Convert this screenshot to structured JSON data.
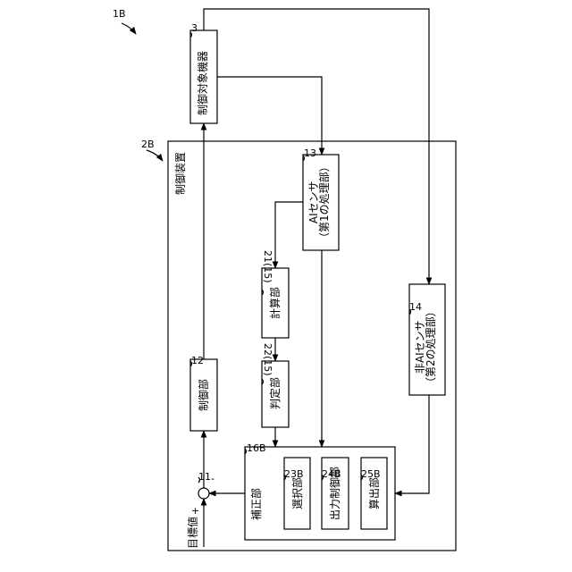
{
  "figure_ref": "1B",
  "controlled_device": {
    "ref": "3",
    "label": "制御対象機器"
  },
  "control_apparatus": {
    "ref": "2B",
    "label": "制御装置"
  },
  "ai_sensor": {
    "ref": "13",
    "line1": "AIセンサ",
    "line2": "（第1の処理部）"
  },
  "non_ai_sensor": {
    "ref": "14",
    "line1": "非AIセンサ",
    "line2": "（第2の処理部）"
  },
  "calculation": {
    "ref": "21(15)",
    "label": "計算部"
  },
  "determination": {
    "ref": "22(15)",
    "label": "判定部"
  },
  "control_unit": {
    "ref": "12",
    "label": "制御部"
  },
  "correction": {
    "ref": "16B",
    "label": "補正部"
  },
  "selection": {
    "ref": "23B",
    "label": "選択部"
  },
  "output_control": {
    "ref": "24B",
    "label": "出力制御部"
  },
  "computing": {
    "ref": "25B",
    "label": "算出部"
  },
  "summing_point": {
    "ref": "11",
    "plus": "+",
    "minus": "-"
  },
  "target_value": {
    "label": "目標値"
  }
}
